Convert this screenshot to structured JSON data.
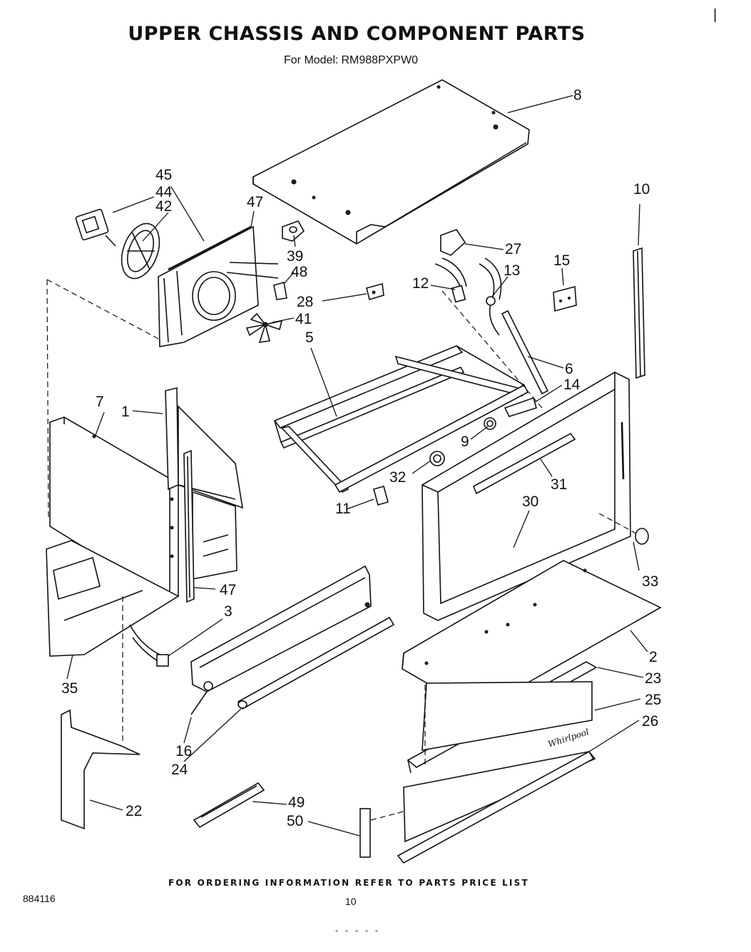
{
  "header": {
    "title": "UPPER CHASSIS AND COMPONENT PARTS",
    "model_label": "For Model:",
    "model_number": "RM988PXPW0"
  },
  "corner_mark": "|",
  "callouts": {
    "c1": "1",
    "c2": "2",
    "c3": "3",
    "c5": "5",
    "c6": "6",
    "c7": "7",
    "c8": "8",
    "c9": "9",
    "c10": "10",
    "c11": "11",
    "c12": "12",
    "c13": "13",
    "c14": "14",
    "c15": "15",
    "c16": "16",
    "c22": "22",
    "c23": "23",
    "c24": "24",
    "c25": "25",
    "c26": "26",
    "c27": "27",
    "c28": "28",
    "c30": "30",
    "c31": "31",
    "c32": "32",
    "c33": "33",
    "c35": "35",
    "c39": "39",
    "c41": "41",
    "c42": "42",
    "c44": "44",
    "c45": "45",
    "c47a": "47",
    "c47b": "47",
    "c48": "48",
    "c49": "49",
    "c50": "50"
  },
  "door_logo": "Whirlpool",
  "footer": {
    "ordering_note": "FOR ORDERING INFORMATION REFER TO PARTS PRICE LIST",
    "doc_number": "884116",
    "page_number": "10",
    "bottom_mark": "- - - - -"
  }
}
